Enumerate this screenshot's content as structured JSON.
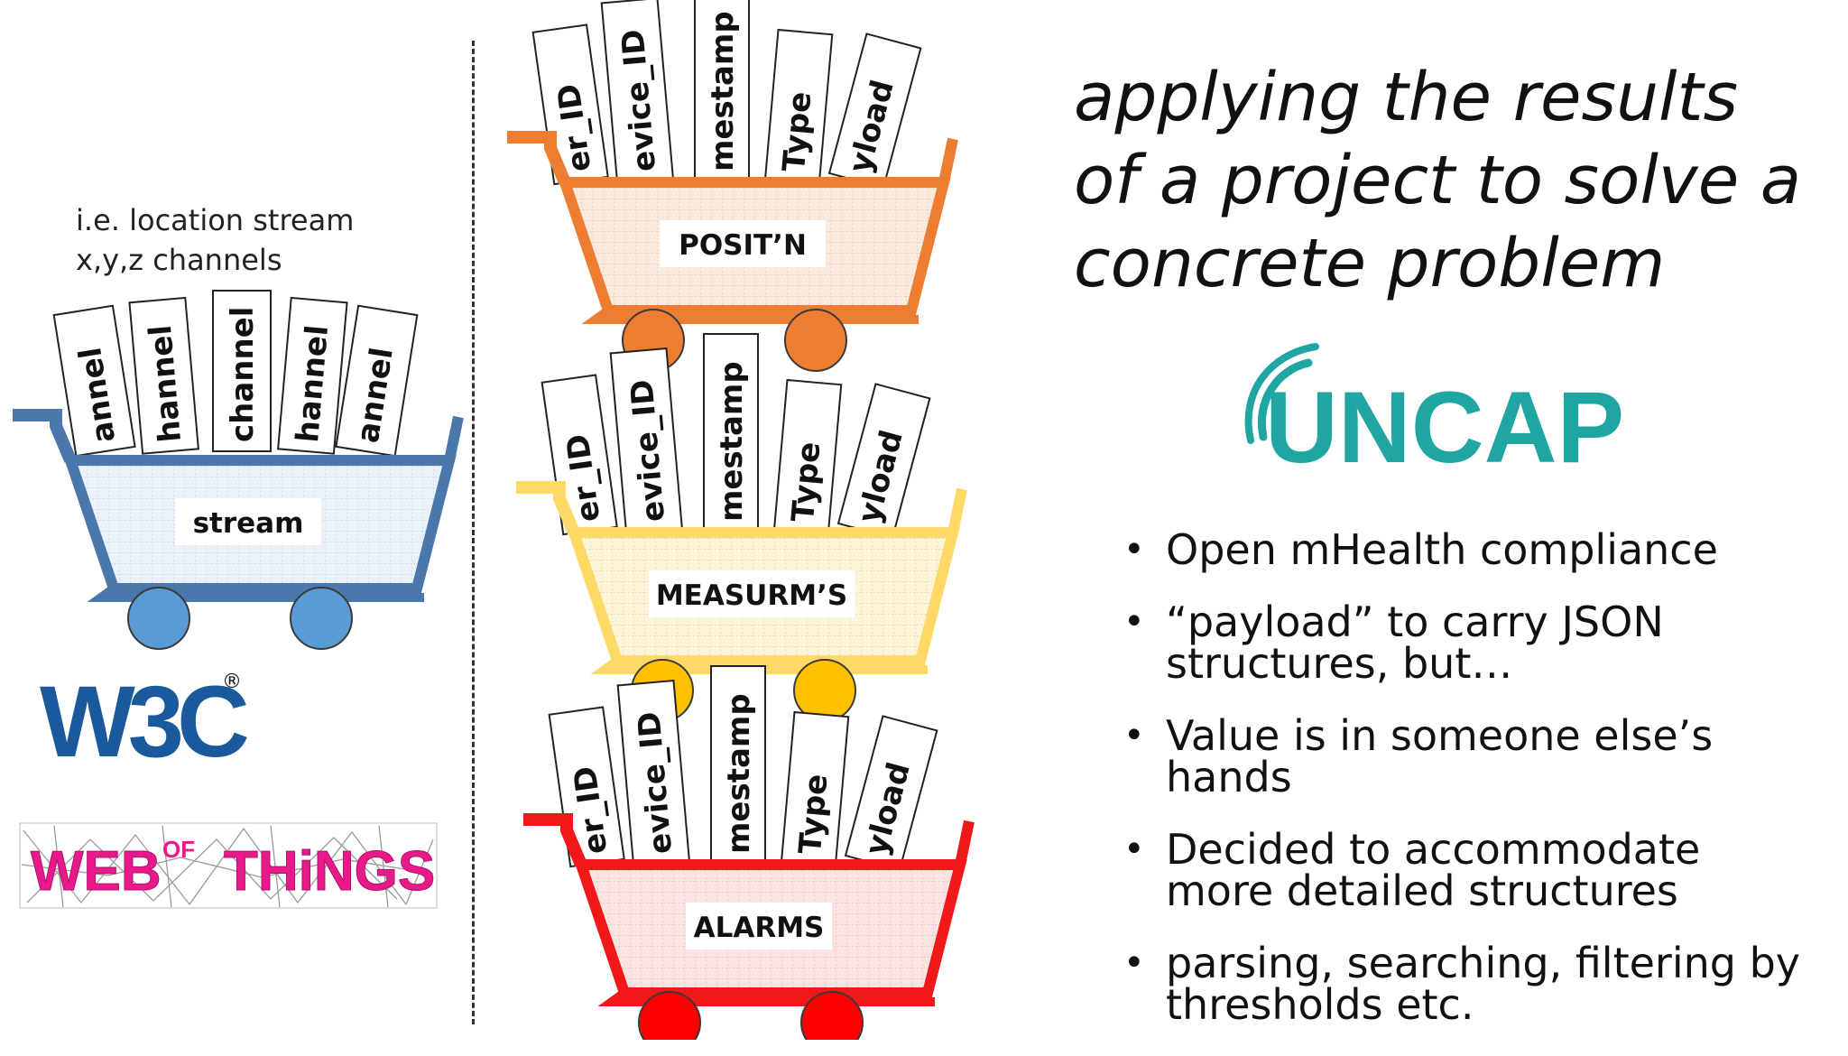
{
  "note": {
    "line1": "i.e. location stream",
    "line2": "x,y,z channels"
  },
  "title": {
    "line1": "applying the results",
    "line2": "of a project to solve a",
    "line3": "concrete problem"
  },
  "bullets": [
    {
      "lines": [
        "Open mHealth compliance"
      ]
    },
    {
      "lines": [
        "“payload” to carry JSON",
        "structures, but…"
      ]
    },
    {
      "lines": [
        "Value is in someone else’s",
        "hands"
      ]
    },
    {
      "lines": [
        "Decided to accommodate",
        "more detailed structures"
      ]
    },
    {
      "lines": [
        "parsing, searching, filtering by",
        "thresholds etc."
      ]
    }
  ],
  "logos": {
    "w3c": {
      "text": "W3C",
      "mark": "®"
    },
    "web_of_things": {
      "text_1": "WEB",
      "text_2": "OF",
      "text_3": "THiNGS"
    },
    "uncap": {
      "text": "UNCAP"
    }
  },
  "carts": [
    {
      "id": "stream",
      "label": "stream",
      "color": "#4a78ad",
      "wheel_color": "#5b9bd5",
      "fill": "#eaf1f9",
      "cards": [
        "annel",
        "hannel",
        "channel",
        "hannel",
        "annel"
      ]
    },
    {
      "id": "position",
      "label": "POSIT’N",
      "color": "#ed7d31",
      "wheel_color": "#ed7d31",
      "fill": "#fbe9dc",
      "cards": [
        "er_ID",
        "evice_ID",
        "mestamp",
        "Type",
        "yload"
      ]
    },
    {
      "id": "measurements",
      "label": "MEASURM’S",
      "color": "#ffd966",
      "wheel_color": "#ffc000",
      "fill": "#fff6d9",
      "cards": [
        "er_ID",
        "evice_ID",
        "mestamp",
        "Type",
        "yload"
      ]
    },
    {
      "id": "alarms",
      "label": "ALARMS",
      "color": "#f01818",
      "wheel_color": "#ff0000",
      "fill": "#fde2e2",
      "cards": [
        "er_ID",
        "evice_ID",
        "mestamp",
        "Type",
        "yload"
      ]
    }
  ]
}
